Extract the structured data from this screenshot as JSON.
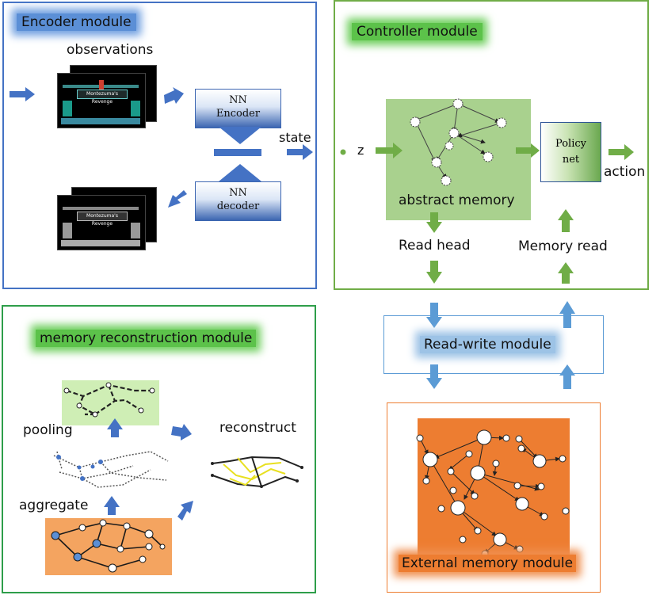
{
  "encoder": {
    "title": "Encoder module",
    "observations": "observations",
    "game_title": "Montezuma's Revenge",
    "nn_encoder": [
      "NN",
      "Encoder"
    ],
    "nn_decoder": [
      "NN",
      "decoder"
    ],
    "state": "state"
  },
  "controller": {
    "title": "Controller module",
    "z": "z",
    "abstract_memory": "abstract memory",
    "policy_net": [
      "Policy",
      "net"
    ],
    "action": "action",
    "read_head": "Read head",
    "memory_read": "Memory read"
  },
  "read_write": {
    "title": "Read-write module"
  },
  "external": {
    "title": "External memory module"
  },
  "reconstruction": {
    "title": "memory reconstruction module",
    "pooling": "pooling",
    "reconstruct": "reconstruct",
    "aggregate": "aggregate"
  },
  "colors": {
    "blue": "#4472c4",
    "green": "#70ad47",
    "orange": "#ed7d31",
    "abstract_bg": "#a9d18e",
    "graph_bg_green": "#cfeeb5"
  }
}
